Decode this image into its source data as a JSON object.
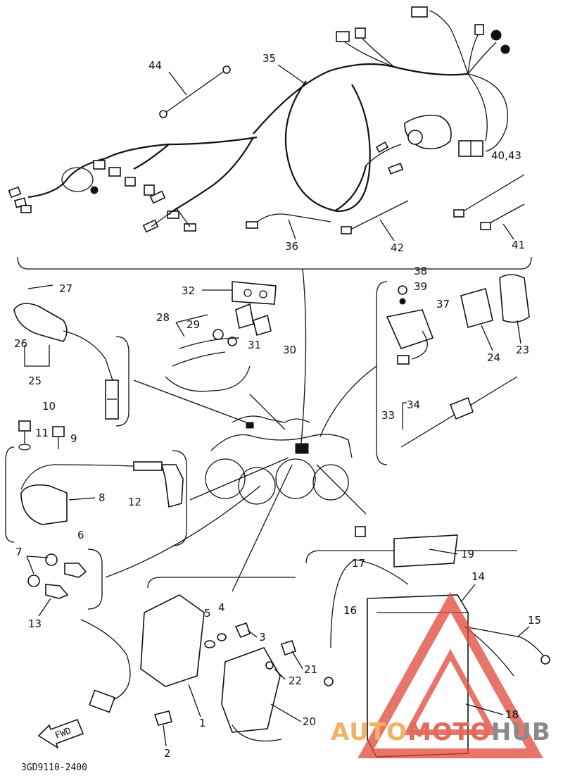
{
  "diagram": {
    "part_code": "3GD9110-2400",
    "fwd_label": "FWD",
    "callouts": [
      "1",
      "2",
      "3",
      "4",
      "5",
      "6",
      "7",
      "8",
      "9",
      "10",
      "11",
      "12",
      "13",
      "14",
      "15",
      "16",
      "17",
      "18",
      "19",
      "20",
      "21",
      "22",
      "23",
      "24",
      "25",
      "26",
      "27",
      "28",
      "29",
      "30",
      "31",
      "32",
      "33",
      "34",
      "35",
      "36",
      "37",
      "38",
      "39",
      "40,43",
      "41",
      "42",
      "44"
    ]
  },
  "watermark": {
    "part1": "AUTO",
    "part2": "MOTO",
    "part3": "HUB",
    "colors": {
      "auto": "#f2b266",
      "moto": "#e46a5a",
      "hub": "#8a8a8a",
      "triangle": "#e0473a"
    }
  }
}
